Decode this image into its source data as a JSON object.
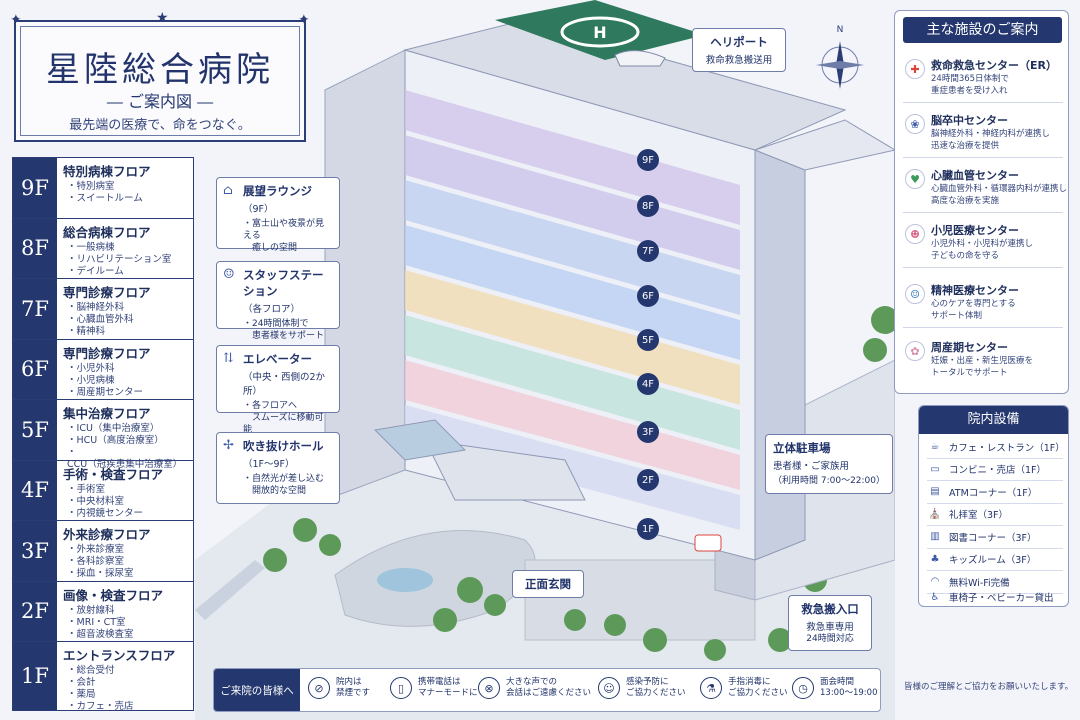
{
  "title": {
    "main": "星陸総合病院",
    "subtitle": "― ご案内図 ―",
    "tagline": "最先端の医療で、命をつなぐ。"
  },
  "floors": [
    {
      "num": "9F",
      "name": "特別病棟フロア",
      "items": [
        "特別病室",
        "スイートルーム"
      ]
    },
    {
      "num": "8F",
      "name": "総合病棟フロア",
      "items": [
        "一般病棟",
        "リハビリテーション室",
        "デイルーム"
      ]
    },
    {
      "num": "7F",
      "name": "専門診療フロア",
      "items": [
        "脳神経外科",
        "心臓血管外科",
        "精神科"
      ]
    },
    {
      "num": "6F",
      "name": "専門診療フロア",
      "items": [
        "小児外科",
        "小児病棟",
        "周産期センター"
      ]
    },
    {
      "num": "5F",
      "name": "集中治療フロア",
      "items": [
        "ICU（集中治療室）",
        "HCU（高度治療室）",
        "CCU（冠疾患集中治療室）"
      ]
    },
    {
      "num": "4F",
      "name": "手術・検査フロア",
      "items": [
        "手術室",
        "中央材料室",
        "内視鏡センター"
      ]
    },
    {
      "num": "3F",
      "name": "外来診療フロア",
      "items": [
        "外来診療室",
        "各科診察室",
        "採血・採尿室"
      ]
    },
    {
      "num": "2F",
      "name": "画像・検査フロア",
      "items": [
        "放射線科",
        "MRI・CT室",
        "超音波検査室"
      ]
    },
    {
      "num": "1F",
      "name": "エントランスフロア",
      "items": [
        "総合受付",
        "会計",
        "薬局",
        "カフェ・売店"
      ]
    }
  ],
  "callouts": {
    "heliport": {
      "title": "ヘリポート",
      "sub": "救命救急搬送用"
    },
    "lounge": {
      "title": "展望ラウンジ",
      "sub": "（9F）",
      "desc": [
        "・富士山や夜景が見える",
        "　癒しの空間"
      ]
    },
    "staff": {
      "title": "スタッフステーション",
      "sub": "（各フロア）",
      "desc": [
        "・24時間体制で",
        "　患者様をサポート"
      ]
    },
    "elevator": {
      "title": "エレベーター",
      "sub": "（中央・西側の2か所）",
      "desc": [
        "・各フロアへ",
        "　スムーズに移動可能"
      ]
    },
    "atrium": {
      "title": "吹き抜けホール",
      "sub": "（1F～9F）",
      "desc": [
        "・自然光が差し込む",
        "　開放的な空間"
      ]
    },
    "parking": {
      "title": "立体駐車場",
      "sub": "患者様・ご家族用",
      "desc": [
        "（利用時間 7:00～22:00）"
      ]
    },
    "entrance": {
      "title": "正面玄関"
    },
    "emergency": {
      "title": "救急搬入口",
      "sub": "救急車専用",
      "desc": [
        "24時間対応"
      ]
    }
  },
  "facilities": {
    "title": "主な施設のご案内",
    "items": [
      {
        "name": "救命救急センター（ER）",
        "desc": [
          "24時間365日体制で",
          "重症患者を受け入れ"
        ],
        "icon": "cross-icon",
        "color": "#d9463c"
      },
      {
        "name": "脳卒中センター",
        "desc": [
          "脳神経外科・神経内科が連携し",
          "迅速な治療を提供"
        ],
        "icon": "brain-icon",
        "color": "#3f5aa6"
      },
      {
        "name": "心臓血管センター",
        "desc": [
          "心臓血管外科・循環器内科が連携し",
          "高度な治療を実施"
        ],
        "icon": "heart-icon",
        "color": "#3c9a5f"
      },
      {
        "name": "小児医療センター",
        "desc": [
          "小児外科・小児科が連携し",
          "子どもの命を守る"
        ],
        "icon": "child-icon",
        "color": "#d96a8c"
      },
      {
        "name": "精神医療センター",
        "desc": [
          "心のケアを専門とする",
          "サポート体制"
        ],
        "icon": "mind-icon",
        "color": "#3a7fc0"
      },
      {
        "name": "周産期センター",
        "desc": [
          "妊娠・出産・新生児医療を",
          "トータルでサポート"
        ],
        "icon": "baby-icon",
        "color": "#d98aa6"
      }
    ]
  },
  "amenities": {
    "title": "院内設備",
    "items": [
      {
        "label": "カフェ・レストラン（1F）",
        "icon": "cup-icon"
      },
      {
        "label": "コンビニ・売店（1F）",
        "icon": "shop-icon"
      },
      {
        "label": "ATMコーナー（1F）",
        "icon": "atm-icon"
      },
      {
        "label": "礼拝室（3F）",
        "icon": "prayer-icon"
      },
      {
        "label": "図書コーナー（3F）",
        "icon": "book-icon"
      },
      {
        "label": "キッズルーム（3F）",
        "icon": "kids-icon"
      },
      {
        "label": "無料Wi-Fi完備",
        "icon": "wifi-icon"
      },
      {
        "label": "車椅子・ベビーカー貸出",
        "icon": "wheelchair-icon"
      }
    ]
  },
  "footer": {
    "title": "ご来院の皆様へ",
    "rules": [
      {
        "lines": [
          "院内は",
          "禁煙です"
        ],
        "icon": "no-smoking-icon"
      },
      {
        "lines": [
          "携帯電話は",
          "マナーモードに"
        ],
        "icon": "phone-icon"
      },
      {
        "lines": [
          "大きな声での",
          "会話はご遠慮ください"
        ],
        "icon": "no-loud-icon"
      },
      {
        "lines": [
          "感染予防に",
          "ご協力ください"
        ],
        "icon": "mask-icon"
      },
      {
        "lines": [
          "手指消毒に",
          "ご協力ください"
        ],
        "icon": "sanitizer-icon"
      },
      {
        "lines": [
          "面会時間",
          "13:00～19:00"
        ],
        "icon": "clock-icon"
      }
    ],
    "closing": "皆様のご理解とご協力をお願いいたします。"
  },
  "compass": "N",
  "floor_markers": [
    "9F",
    "8F",
    "7F",
    "6F",
    "5F",
    "4F",
    "3F",
    "2F",
    "1F"
  ]
}
